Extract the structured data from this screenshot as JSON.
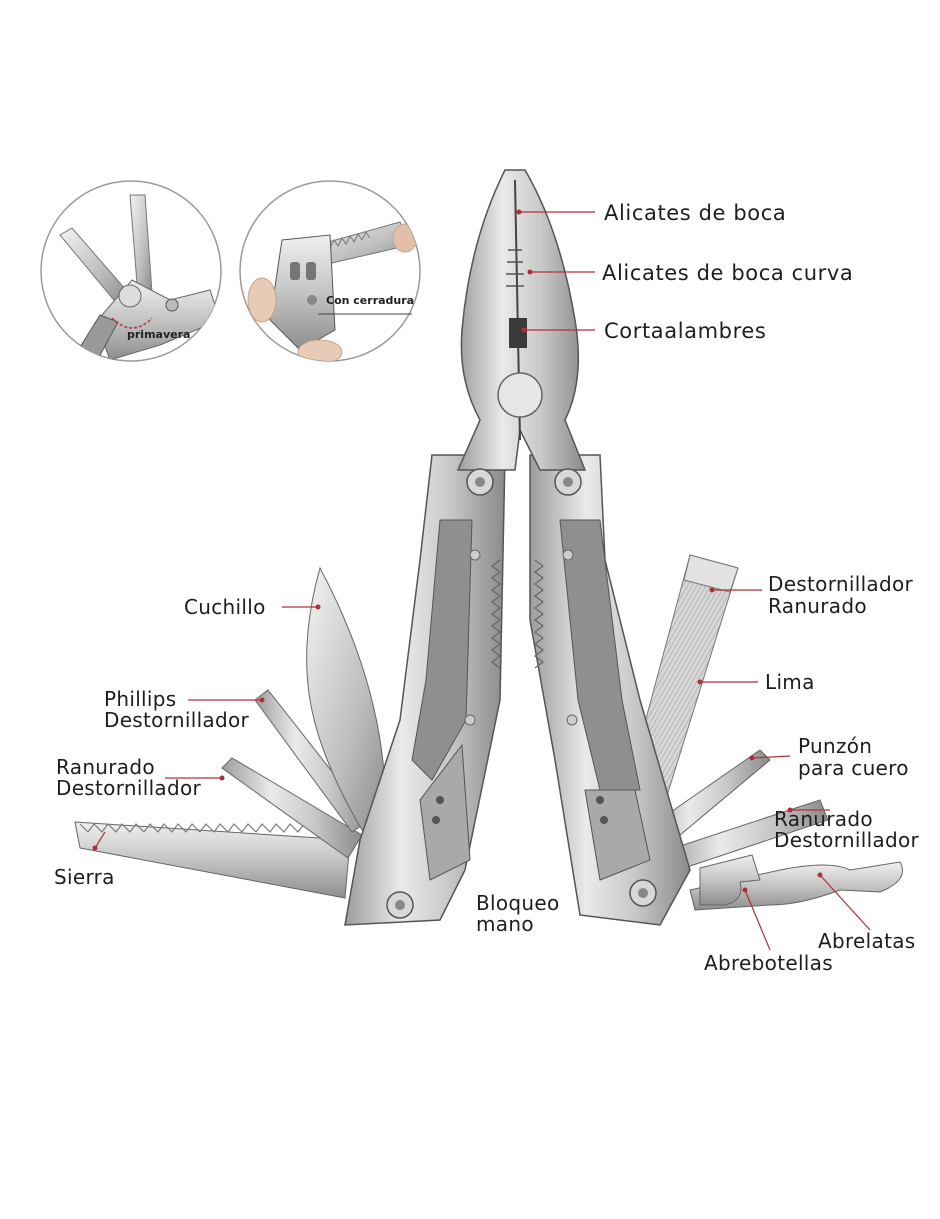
{
  "insets": {
    "spring_caption": "primavera",
    "lock_caption": "Con cerradura"
  },
  "labels": {
    "alicates_boca": "Alicates de boca",
    "alicates_curva": "Alicates de boca curva",
    "cortaalambres": "Cortaalambres",
    "cuchillo": "Cuchillo",
    "phillips_1": "Phillips",
    "phillips_2": "Destornillador",
    "ranurado_left_1": "Ranurado",
    "ranurado_left_2": "Destornillador",
    "sierra": "Sierra",
    "bloqueo_1": "Bloqueo",
    "bloqueo_2": "mano",
    "dest_ranurado_1": "Destornillador",
    "dest_ranurado_2": "Ranurado",
    "lima": "Lima",
    "punzon_1": "Punzón",
    "punzon_2": "para cuero",
    "ranurado_right_1": "Ranurado",
    "ranurado_right_2": "Destornillador",
    "abrelatas": "Abrelatas",
    "abrebotellas": "Abrebotellas"
  },
  "colors": {
    "leader_line": "#b0303a",
    "steel_light": "#e4e4e4",
    "steel_mid": "#b9b9b9",
    "steel_dark": "#7d7d7d",
    "text": "#1e1e1e"
  }
}
